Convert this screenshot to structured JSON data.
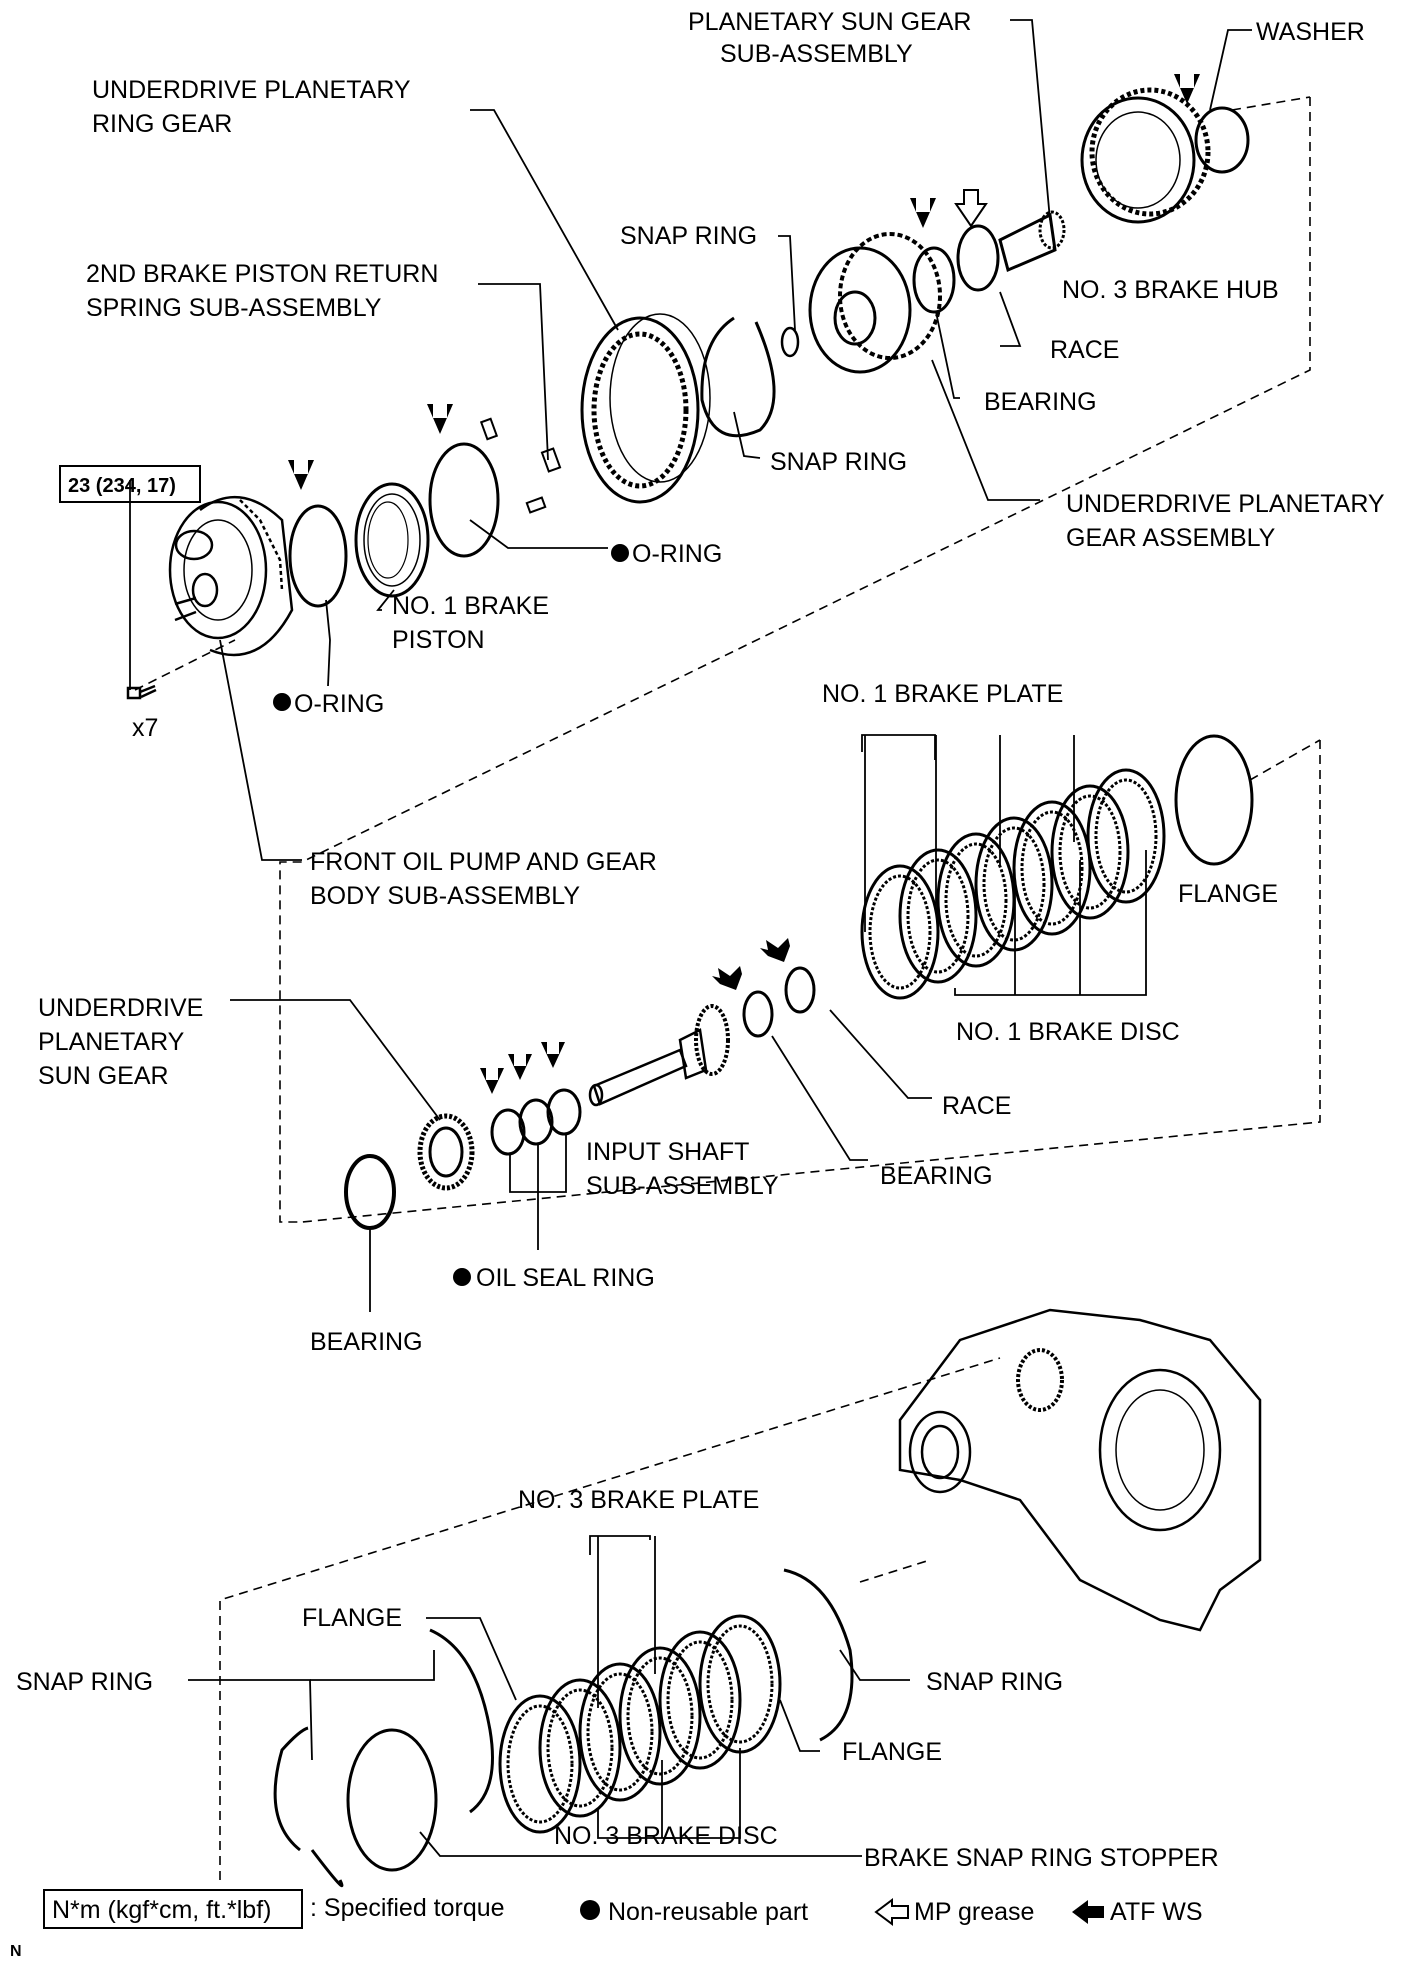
{
  "labels": {
    "planetary_sun_gear": [
      "PLANETARY SUN GEAR",
      "SUB-ASSEMBLY"
    ],
    "washer": "WASHER",
    "underdrive_ring_gear": [
      "UNDERDRIVE PLANETARY",
      "RING GEAR"
    ],
    "snap_ring_top": "SNAP RING",
    "brake_piston_return_spring": [
      "2ND BRAKE PISTON RETURN",
      "SPRING SUB-ASSEMBLY"
    ],
    "no3_brake_hub": "NO. 3 BRAKE HUB",
    "race_top": "RACE",
    "bearing_top": "BEARING",
    "snap_ring_mid": "SNAP RING",
    "underdrive_gear_assembly": [
      "UNDERDRIVE PLANETARY",
      "GEAR ASSEMBLY"
    ],
    "torque_value": "23 (234, 17)",
    "o_ring_upper": "O-RING",
    "no1_brake_piston": [
      "NO. 1 BRAKE",
      "PISTON"
    ],
    "o_ring_lower": "O-RING",
    "bolt_qty": "x7",
    "no1_brake_plate": "NO. 1 BRAKE PLATE",
    "front_oil_pump": [
      "FRONT OIL PUMP AND GEAR",
      "BODY SUB-ASSEMBLY"
    ],
    "flange_mid": "FLANGE",
    "underdrive_sun_gear": [
      "UNDERDRIVE",
      "PLANETARY",
      "SUN GEAR"
    ],
    "no1_brake_disc": "NO. 1 BRAKE DISC",
    "race_mid": "RACE",
    "input_shaft": [
      "INPUT SHAFT",
      "SUB-ASSEMBLY"
    ],
    "bearing_mid": "BEARING",
    "oil_seal_ring": "OIL SEAL RING",
    "bearing_left": "BEARING",
    "no3_brake_plate": "NO. 3 BRAKE PLATE",
    "flange_low_left": "FLANGE",
    "snap_ring_low_left": "SNAP RING",
    "snap_ring_low_right": "SNAP RING",
    "flange_low_right": "FLANGE",
    "no3_brake_disc": "NO. 3 BRAKE DISC",
    "brake_snap_ring_stopper": "BRAKE SNAP RING STOPPER"
  },
  "legend": {
    "torque_box": "N*m (kgf*cm, ft.*lbf)",
    "torque_text": ": Specified torque",
    "non_reusable": "Non-reusable part",
    "mp_grease": "MP grease",
    "atf_ws": "ATF WS"
  },
  "corner_code": "N",
  "icons": [
    "non-reusable-dot-icon",
    "mp-grease-arrow-icon",
    "atf-ws-arrow-icon"
  ]
}
